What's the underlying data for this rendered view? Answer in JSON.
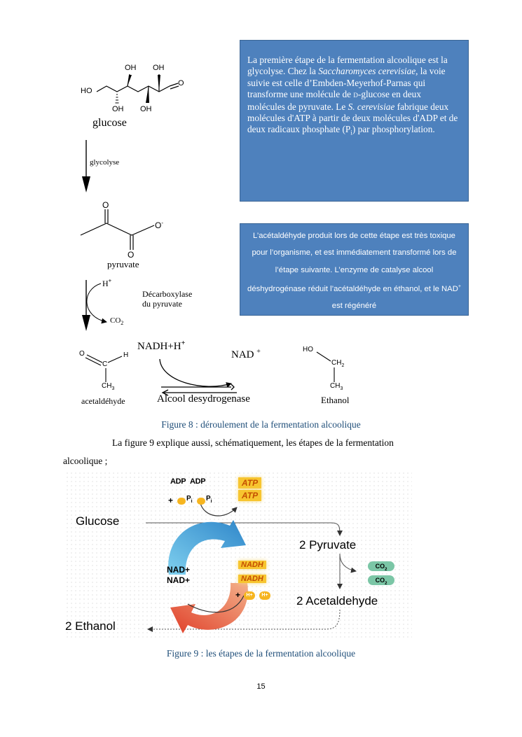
{
  "fig8": {
    "glucose": {
      "label": "glucose",
      "oh1": "OH",
      "oh2": "OH",
      "oh3": "OH",
      "oh4": "OH",
      "ho": "HO",
      "o": "O"
    },
    "glycolyse": "glycolyse",
    "pyruvate": {
      "label": "pyruvate",
      "o1": "O",
      "o2": "O",
      "ominus": "O",
      "minus": "-"
    },
    "h_plus": "H",
    "plus": "+",
    "enzyme1_line1": "Décarboxylase",
    "enzyme1_line2": "du pyruvate",
    "co2": "CO",
    "co2_sub": "2",
    "acetaldehyde": {
      "label": "acetaldéhyde",
      "o": "O",
      "c": "C",
      "h": "H",
      "ch3": "CH",
      "ch3_sub": "3"
    },
    "nadh": "NADH+H",
    "nad": "NAD",
    "enzyme2": "Alcool desydrogenase",
    "ethanol": {
      "label": "Ethanol",
      "ho": "HO",
      "ch2": "CH",
      "ch2_sub": "2",
      "ch3": "CH",
      "ch3_sub": "3"
    }
  },
  "box1": {
    "t1": "La première étape de la fermentation alcoolique est la glycolyse. Chez la ",
    "i1": "Saccharomyces cerevisiae",
    "t2": ", la voie suivie est celle d’Embden-Meyerhof-Parnas qui transforme une molécule de ",
    "sc": "D",
    "t3": "-glucose en deux molécules de pyruvate. Le ",
    "i2": "S. cerevisiae",
    "t4": " fabrique deux molécules d'ATP à partir de deux molécules d'ADP et de deux radicaux phosphate (P",
    "sub": "i",
    "t5": ") par phosphorylation."
  },
  "box2": {
    "t1": "L’acétaldéhyde produit lors de cette étape est très toxique pour l’organisme, et est immédiatement transformé lors de l’étape suivante. L’enzyme  de catalyse alcool déshydrogénase réduit l’acétaldéhyde en  éthanol, et le NAD",
    "sup": "+",
    "t2": " est régénéré"
  },
  "caption8": "Figure 8 : déroulement de  la fermentation alcoolique",
  "paragraph_line1": "La figure 9 explique aussi, schématiquement, les étapes de la fermentation",
  "paragraph_line2": "alcoolique ;",
  "fig9": {
    "adp1": "ADP",
    "adp2": "ADP",
    "plus_pi": "+",
    "pi": "P",
    "pi_sub": "i",
    "atp1": "ATP",
    "atp2": "ATP",
    "glucose": "Glucose",
    "pyruvate": "2 Pyruvate",
    "co2": "CO",
    "co2_sub": "2",
    "acetaldehyde": "2 Acetaldehyde",
    "ethanol": "2 Ethanol",
    "nad_plus1": "NAD+",
    "nad_plus2": "NAD+",
    "nadh1": "NADH",
    "nadh2": "NADH",
    "plus_h": "+",
    "h_plus": "H+"
  },
  "caption9": "Figure 9 : les étapes de la fermentation alcoolique",
  "page_number": "15"
}
